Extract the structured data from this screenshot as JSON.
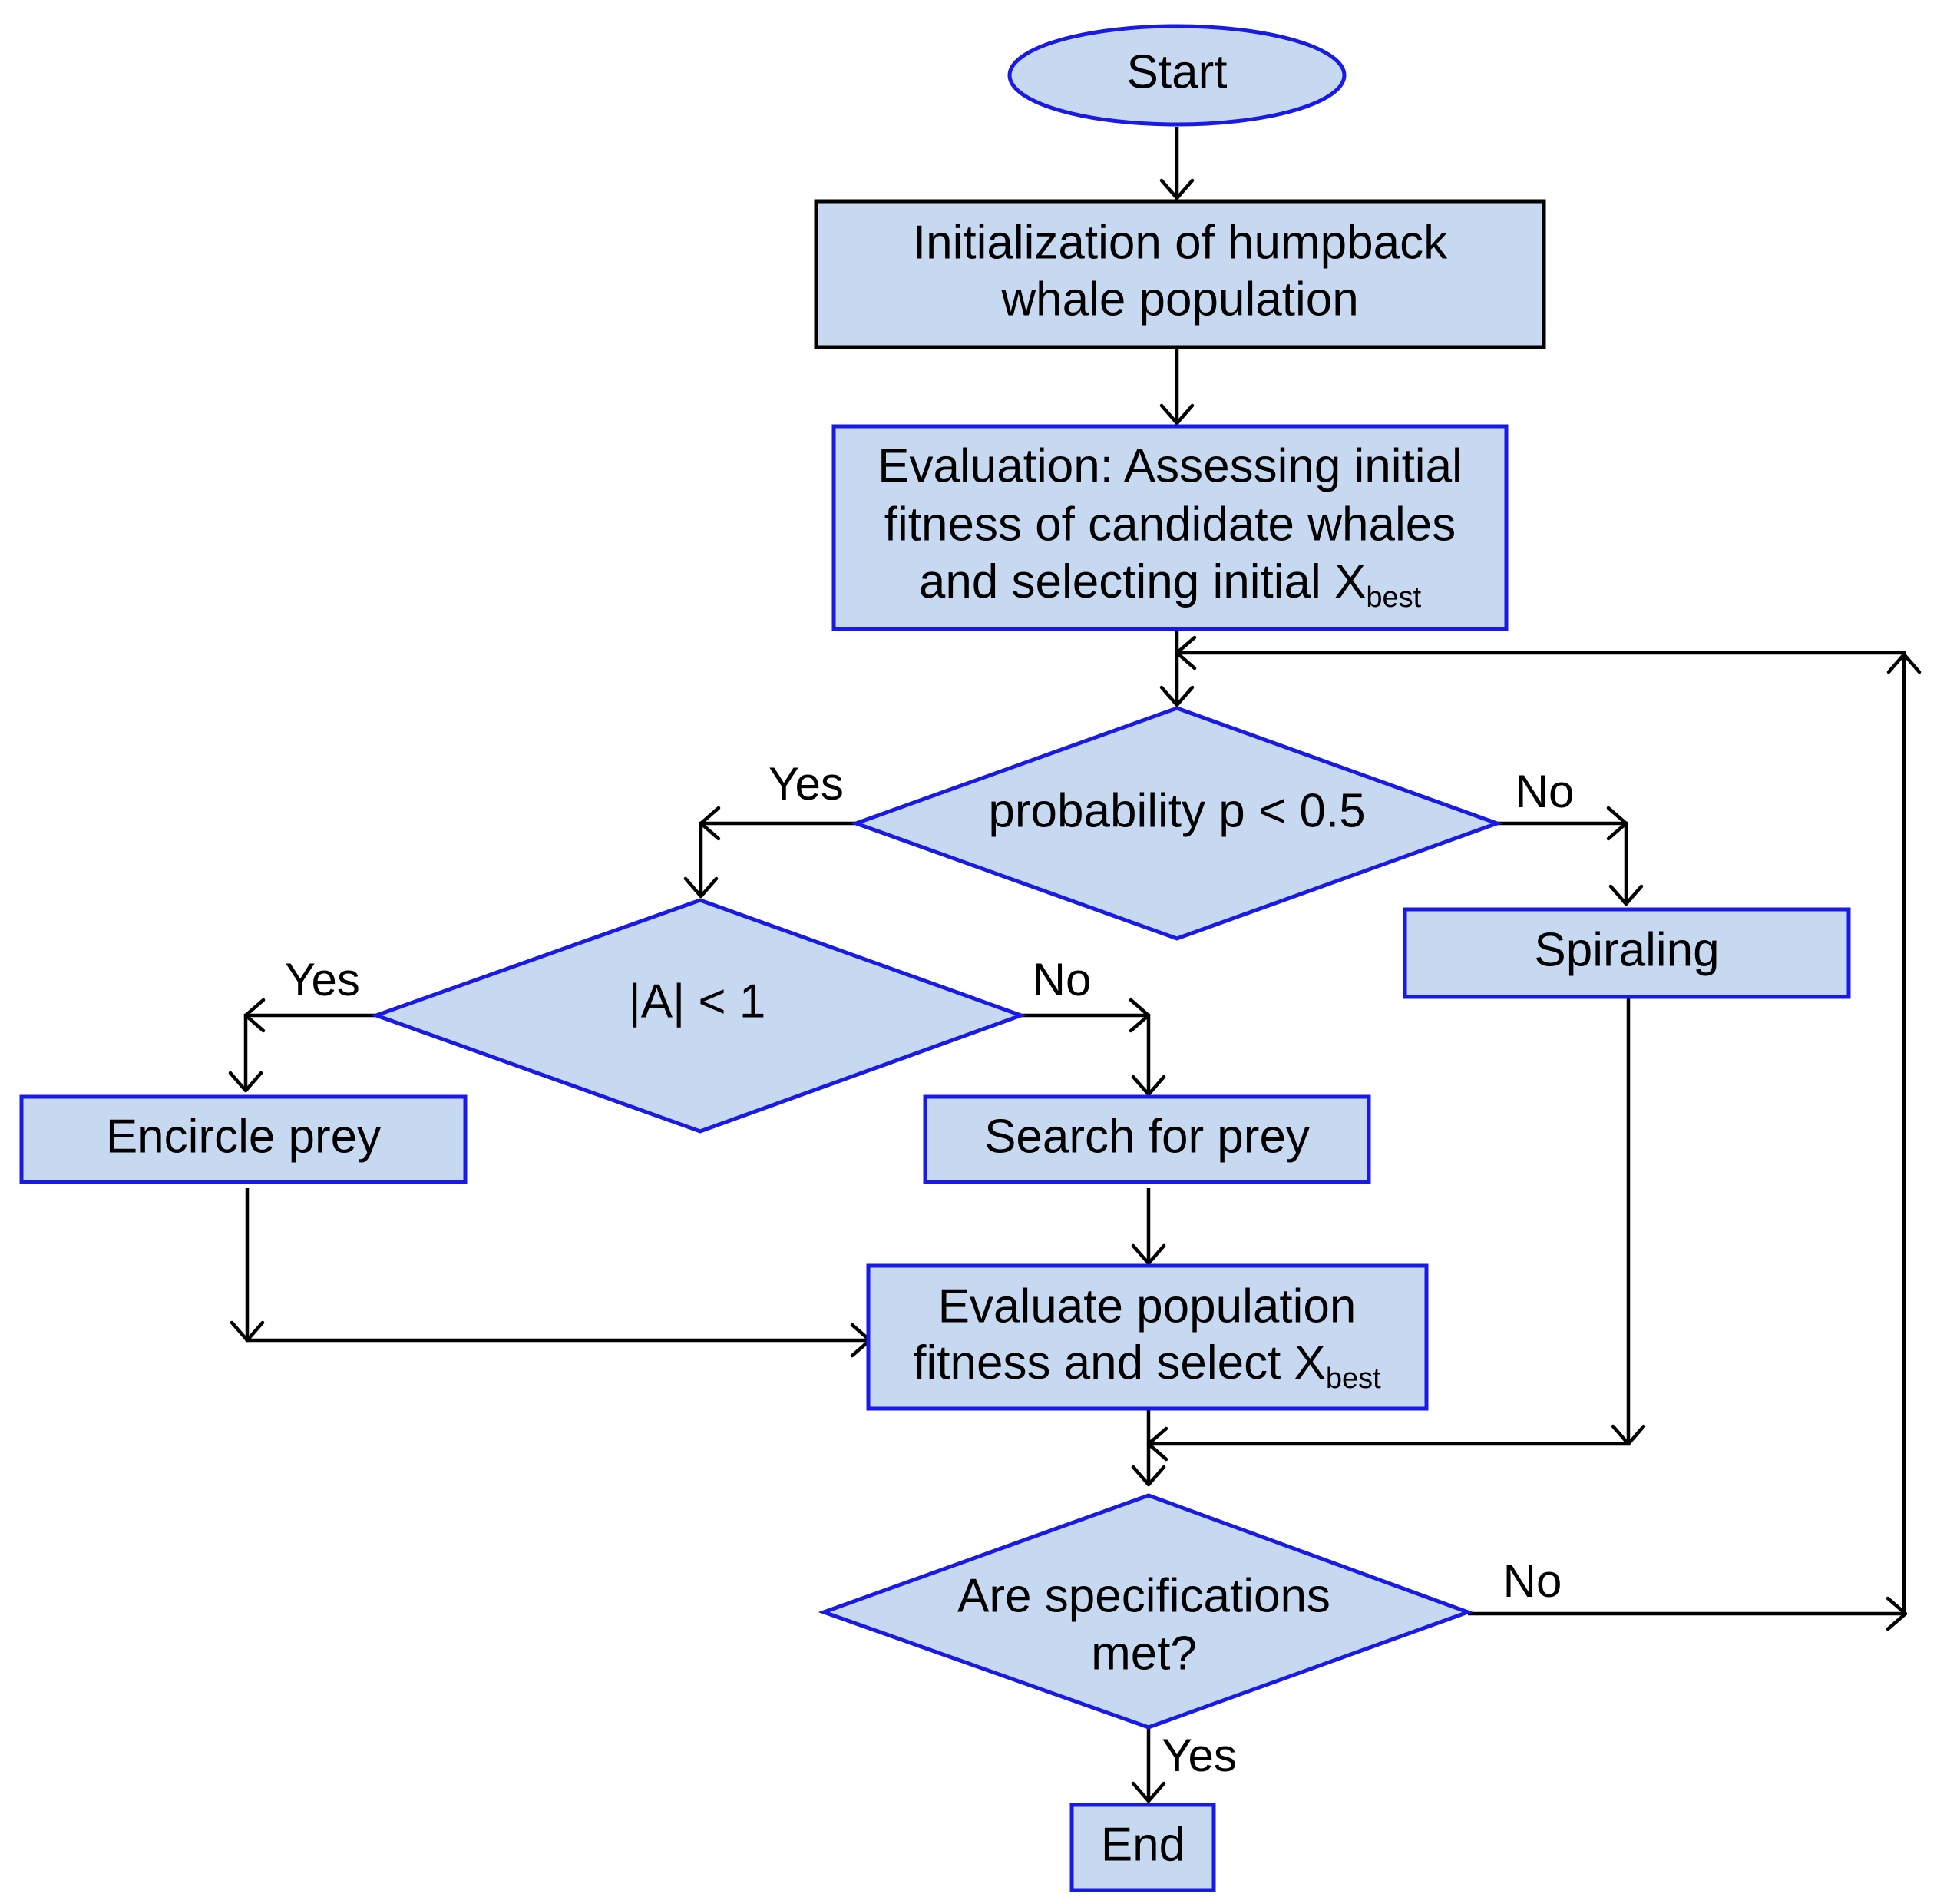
{
  "nodes": {
    "start": {
      "label": "Start"
    },
    "init": {
      "line1": "Initialization of humpback",
      "line2": "whale population"
    },
    "eval_init": {
      "line1": "Evaluation: Assessing initial",
      "line2": "fitness of candidate whales",
      "line3": "and selecting initial X",
      "line3_sub": "best"
    },
    "prob": {
      "label": "probability p < 0.5"
    },
    "absA": {
      "label": "|A| < 1"
    },
    "spiral": {
      "label": "Spiraling"
    },
    "encircle": {
      "label": "Encircle prey"
    },
    "search": {
      "label": "Search for prey"
    },
    "eval_pop": {
      "line1": "Evaluate population",
      "line2": "fitness and select X",
      "line2_sub": "best"
    },
    "spec": {
      "line1": "Are specifications",
      "line2": "met?"
    },
    "end": {
      "label": "End"
    }
  },
  "edges": {
    "prob_yes": "Yes",
    "prob_no": "No",
    "absA_yes": "Yes",
    "absA_no": "No",
    "spec_no": "No",
    "spec_yes": "Yes"
  },
  "colors": {
    "fill": "#c6d9f1",
    "border_blue": "#1a1ae6",
    "border_black": "#000000",
    "line": "#000000"
  }
}
